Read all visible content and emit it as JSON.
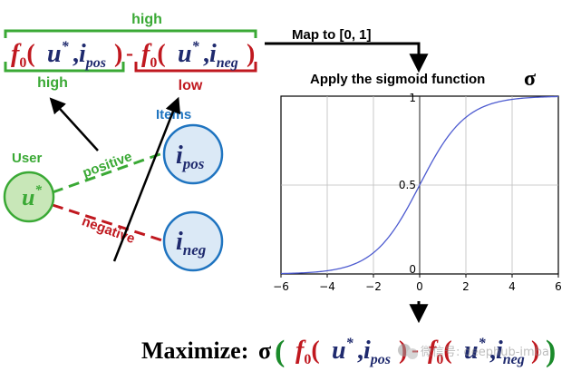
{
  "labels": {
    "high_top": "high",
    "high_bottom": "high",
    "low": "low",
    "map_to": "Map to [0, 1]",
    "apply_sigmoid": "Apply the sigmoid function",
    "sigma_symbol": "σ",
    "items": "Items",
    "user": "User",
    "positive": "positive",
    "negative": "negative",
    "maximize": "Maximize:",
    "watermark": "微信号: deephub-imba"
  },
  "formula": {
    "func": "f",
    "func_sub": "0",
    "open_paren": "(",
    "close_paren": ")",
    "user": "u",
    "user_sup": "*",
    "comma": ",",
    "item_pos": "i",
    "item_pos_sub": "pos",
    "item_neg": "i",
    "item_neg_sub": "neg",
    "minus": "-"
  },
  "nodes": {
    "user_label": "u",
    "user_sup": "*",
    "item_pos_label": "i",
    "item_pos_sub": "pos",
    "item_neg_label": "i",
    "item_neg_sub": "neg"
  },
  "colors": {
    "green": "#3aa935",
    "green_fill": "#c8e7b8",
    "red": "#c0181f",
    "blue": "#1f74c0",
    "blue_fill": "#dbe9f6",
    "navy": "#1f2a6e",
    "curve": "#4d5bd0",
    "grid": "#bdbdbd"
  },
  "chart_data": {
    "type": "line",
    "series": [
      {
        "function": "sigmoid"
      }
    ],
    "xlim": [
      -6,
      6
    ],
    "ylim": [
      0,
      1
    ],
    "xticks": [
      -6,
      -4,
      -2,
      0,
      2,
      4,
      6
    ],
    "xtick_labels": [
      "−6",
      "−4",
      "−2",
      "0",
      "2",
      "4",
      "6"
    ],
    "yticks": [
      0,
      0.5,
      1
    ],
    "ytick_labels": [
      "0",
      "0.5",
      "1"
    ],
    "grid": true
  }
}
